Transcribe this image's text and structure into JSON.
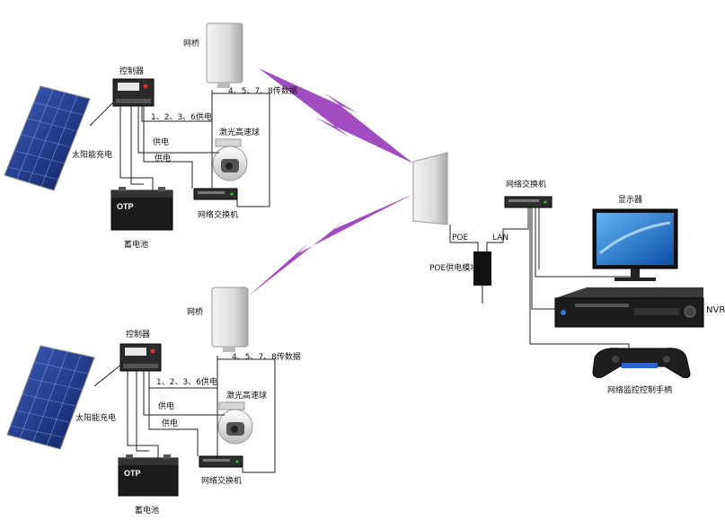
{
  "top_site": {
    "bridge_label": "网桥",
    "controller_label": "控制器",
    "solar_label": "太阳能充电",
    "battery_label": "蓄电池",
    "battery_brand": "OTP",
    "camera_label": "激光高速球",
    "switch_label": "网络交换机",
    "power_line_1": "供电",
    "power_line_2": "供电",
    "ports_power": "1、2、3、6供电",
    "ports_data": "4、5、7、8传数据"
  },
  "bottom_site": {
    "bridge_label": "网桥",
    "controller_label": "控制器",
    "solar_label": "太阳能充电",
    "battery_label": "蓄电池",
    "battery_brand": "OTP",
    "camera_label": "激光高速球",
    "switch_label": "网络交换机",
    "power_line_1": "供电",
    "power_line_2": "供电",
    "ports_power": "1、2、3、6供电",
    "ports_data": "4、5、7、8传数据"
  },
  "center": {
    "poe_label": "POE",
    "lan_label": "LAN",
    "poe_module_label": "POE供电模块",
    "switch_label": "网络交换机",
    "monitor_label": "显示器",
    "nvr_label": "NVR",
    "joystick_label": "网络监控控制手柄"
  },
  "colors": {
    "wireless_link": "#a24dbf",
    "line": "#222222",
    "screen": "#1a73c8"
  }
}
